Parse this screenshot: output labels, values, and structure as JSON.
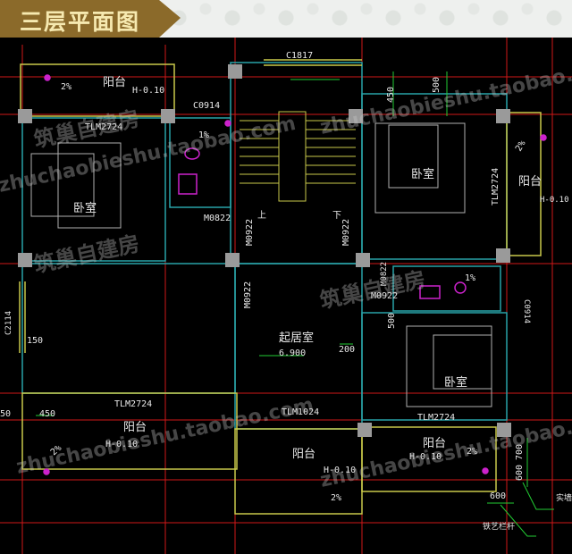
{
  "title": "三层平面图",
  "colors": {
    "banner": "#8b6a2a",
    "banner_text": "#f6e9b0",
    "wall": "#29a3a8",
    "axis": "#d01818",
    "window": "#c9c94a",
    "dimension": "#22cc33",
    "fixture": "#cc22cc"
  },
  "labels": {
    "window_c1817": "C1817",
    "balcony_tl": "阳台",
    "elev_tl": "H-0.10",
    "slope_tl": "2%",
    "door_tlm_tl": "TLM2724",
    "window_c0914_top": "C0914",
    "slope_bath_l": "1%",
    "bedroom_left": "卧室",
    "door_m0822_l": "M0822",
    "door_m0922_stair_l": "M0922",
    "stair_up": "上",
    "stair_down": "下",
    "door_m0922_stair_r": "M0922",
    "dim_450_top": "450",
    "dim_500_top": "500",
    "bedroom_right_top": "卧室",
    "door_tlm_right": "TLM2724",
    "balcony_right": "阳台",
    "elev_right": "H-0.10",
    "slope_right": "2%",
    "door_m0822_r": "M0822",
    "door_m0922_bath_r": "M0922",
    "slope_bath_r": "1%",
    "window_c0914_r": "C0914",
    "window_c2114": "C2114",
    "dim_150": "150",
    "living_room": "起居室",
    "elev_living": "6.900",
    "door_m0922_living": "M0922",
    "dim_200": "200",
    "dim_500_mid": "500",
    "door_tlm2724_bl": "TLM2724",
    "door_tlm1024": "TLM1024",
    "door_tlm2724_br": "TLM2724",
    "bedroom_right_bottom": "卧室",
    "dim_50": "50",
    "dim_450_bl": "450",
    "balcony_bl": "阳台",
    "elev_bl": "H-0.10",
    "slope_bl": "2%",
    "balcony_bc": "阳台",
    "elev_bc": "H-0.10",
    "slope_bc": "2%",
    "balcony_br": "阳台",
    "elev_br": "H-0.10",
    "slope_br": "2%",
    "dim_700": "700",
    "dim_600_v": "600",
    "dim_600_h": "600",
    "solid_wall": "实墙",
    "iron_railing": "铁艺栏杆"
  },
  "watermarks": [
    "筑巢自建房",
    "zhuchaobieshu.taobao.com"
  ]
}
